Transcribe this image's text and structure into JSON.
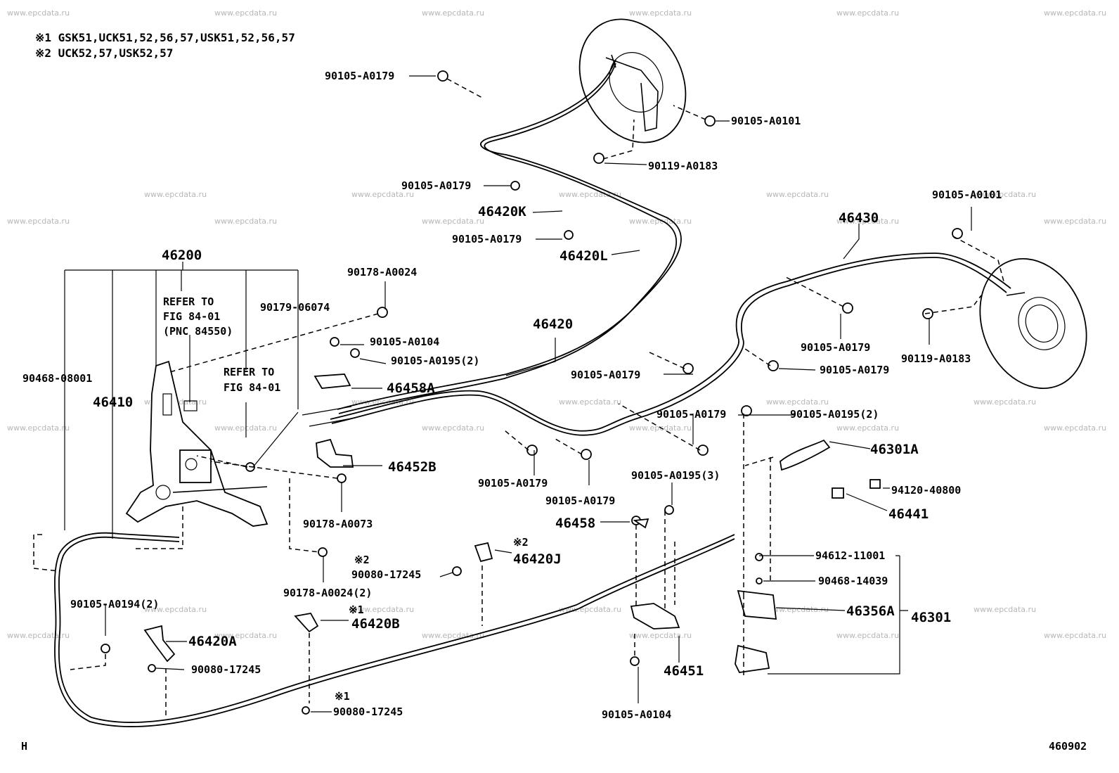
{
  "notes": [
    "※1 GSK51,UCK51,52,56,57,USK51,52,56,57",
    "※2 UCK52,57,USK52,57"
  ],
  "watermark": "www.epcdata.ru",
  "labels": {
    "l_90105_A0179_a": "90105-A0179",
    "l_90105_A0101_a": "90105-A0101",
    "l_90119_A0183_a": "90119-A0183",
    "l_90105_A0179_b": "90105-A0179",
    "l_46420K": "46420K",
    "l_90105_A0179_c": "90105-A0179",
    "l_46420L": "46420L",
    "l_46200": "46200",
    "l_refer1": "REFER TO",
    "l_refer1b": "FIG 84-01",
    "l_refer1c": "(PNC 84550)",
    "l_refer2": "REFER TO",
    "l_refer2b": "FIG 84-01",
    "l_90178_A0024_a": "90178-A0024",
    "l_90179_06074": "90179-06074",
    "l_90105_A0104_a": "90105-A0104",
    "l_90105_A0195_2a": "90105-A0195(2)",
    "l_46458A": "46458A",
    "l_46420": "46420",
    "l_90468_08001": "90468-08001",
    "l_46410": "46410",
    "l_46452B": "46452B",
    "l_90178_A0073": "90178-A0073",
    "l_46430": "46430",
    "l_90105_A0101_b": "90105-A0101",
    "l_90105_A0179_d": "90105-A0179",
    "l_90119_A0183_b": "90119-A0183",
    "l_90105_A0179_e": "90105-A0179",
    "l_90105_A0179_f": "90105-A0179",
    "l_90105_A0179_g": "90105-A0179",
    "l_90105_A0195_2b": "90105-A0195(2)",
    "l_46301A": "46301A",
    "l_90105_A0179_h": "90105-A0179",
    "l_90105_A0179_i": "90105-A0179",
    "l_90105_A0195_3": "90105-A0195(3)",
    "l_94120_40800": "94120-40800",
    "l_46441": "46441",
    "l_46458": "46458",
    "l_mark2a": "※2",
    "l_46420J": "46420J",
    "l_mark2b": "※2",
    "l_90080_17245_a": "90080-17245",
    "l_90178_A0024_2": "90178-A0024(2)",
    "l_94612_11001": "94612-11001",
    "l_90468_14039": "90468-14039",
    "l_46356A": "46356A",
    "l_46301": "46301",
    "l_90105_A0194_2": "90105-A0194(2)",
    "l_mark1a": "※1",
    "l_46420B": "46420B",
    "l_46420A": "46420A",
    "l_90080_17245_b": "90080-17245",
    "l_46451": "46451",
    "l_mark1b": "※1",
    "l_90080_17245_c": "90080-17245",
    "l_90105_A0104_b": "90105-A0104",
    "corner_left": "H",
    "corner_right": "460902"
  }
}
